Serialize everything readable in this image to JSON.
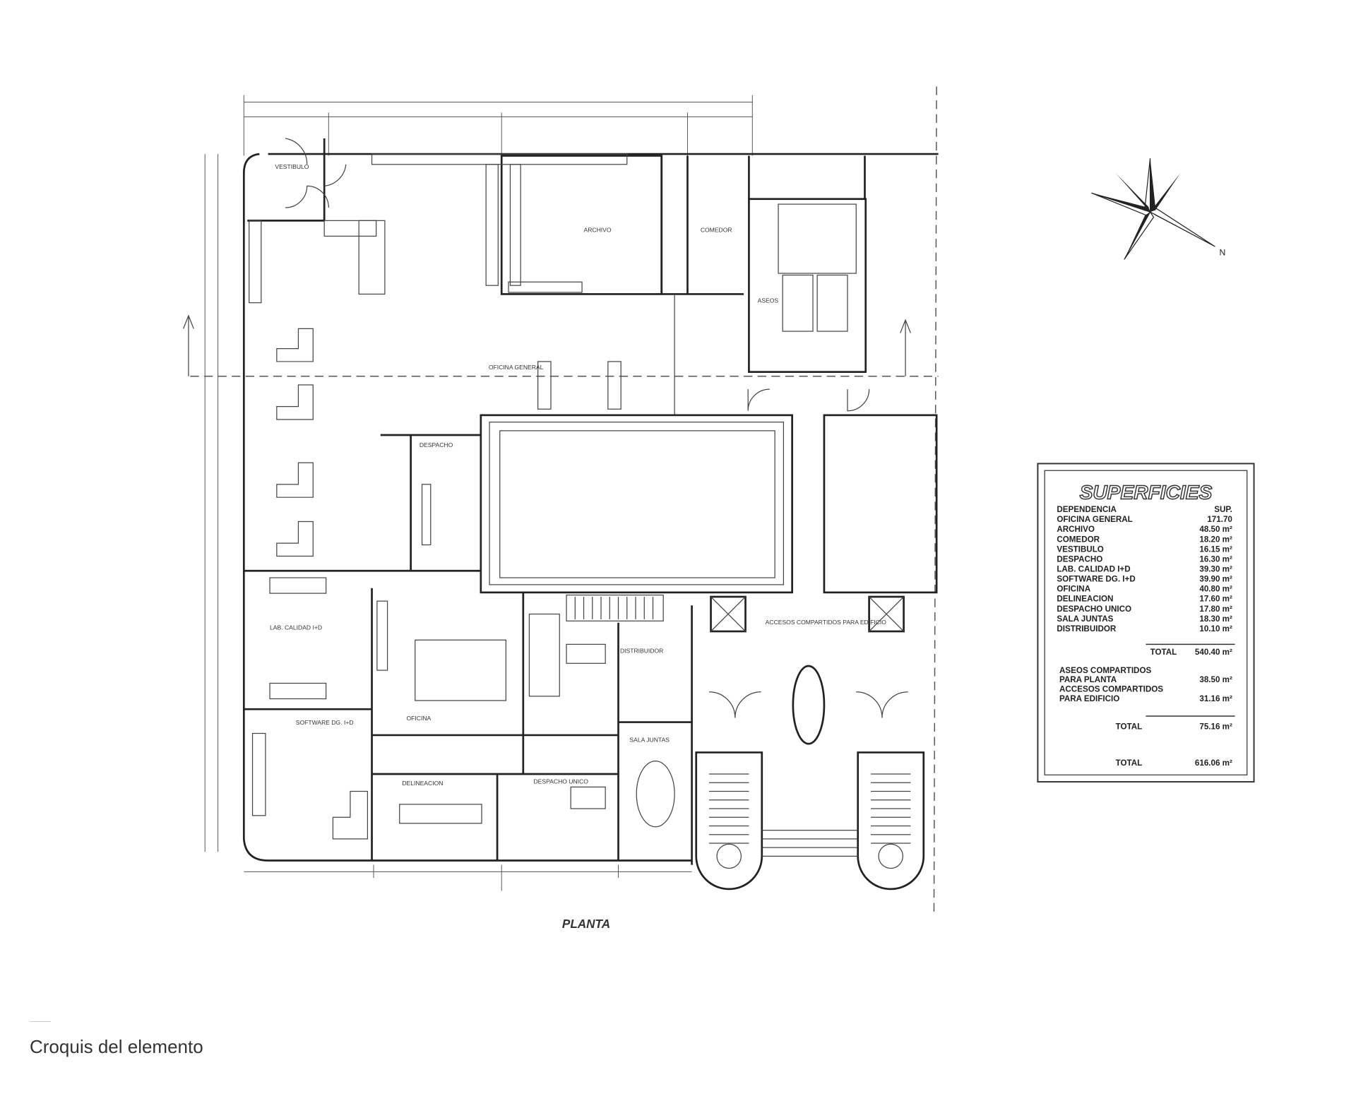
{
  "plan": {
    "title": "PLANTA",
    "north_label": "N",
    "room_labels": [
      "VESTIBULO",
      "ARCHIVO",
      "COMEDOR",
      "OFICINA GENERAL",
      "DESPACHO",
      "LAB. CALIDAD I+D",
      "SOFTWARE DG. I+D",
      "OFICINA",
      "DELINEACION",
      "DESPACHO UNICO",
      "SALA JUNTAS",
      "ASEOS",
      "ACCESOS COMPARTIDOS PARA EDIFICIO",
      "DISTRIBUIDOR"
    ]
  },
  "superficies": {
    "title": "SUPERFICIES",
    "header": {
      "name": "DEPENDENCIA",
      "value": "SUP."
    },
    "rows": [
      {
        "name": "OFICINA GENERAL",
        "value": "171.70"
      },
      {
        "name": "ARCHIVO",
        "value": "48.50 m²"
      },
      {
        "name": "COMEDOR",
        "value": "18.20 m²"
      },
      {
        "name": "VESTIBULO",
        "value": "16.15 m²"
      },
      {
        "name": "DESPACHO",
        "value": "16.30 m²"
      },
      {
        "name": "LAB. CALIDAD I+D",
        "value": "39.30 m²"
      },
      {
        "name": "SOFTWARE DG. I+D",
        "value": "39.90 m²"
      },
      {
        "name": "OFICINA",
        "value": "40.80 m²"
      },
      {
        "name": "DELINEACION",
        "value": "17.60 m²"
      },
      {
        "name": "DESPACHO UNICO",
        "value": "17.80 m²"
      },
      {
        "name": "SALA JUNTAS",
        "value": "18.30 m²"
      },
      {
        "name": "DISTRIBUIDOR",
        "value": "10.10 m²"
      }
    ],
    "total1": {
      "label": "TOTAL",
      "value": "540.40 m²"
    },
    "shared": [
      {
        "name1": "ASEOS COMPARTIDOS",
        "name2": "PARA PLANTA",
        "value": "38.50 m²"
      },
      {
        "name1": "ACCESOS COMPARTIDOS",
        "name2": "PARA EDIFICIO",
        "value": "31.16 m²"
      }
    ],
    "total2": {
      "label": "TOTAL",
      "value": "75.16 m²"
    },
    "total3": {
      "label": "TOTAL",
      "value": "616.06 m²"
    }
  },
  "caption": "Croquis del elemento"
}
